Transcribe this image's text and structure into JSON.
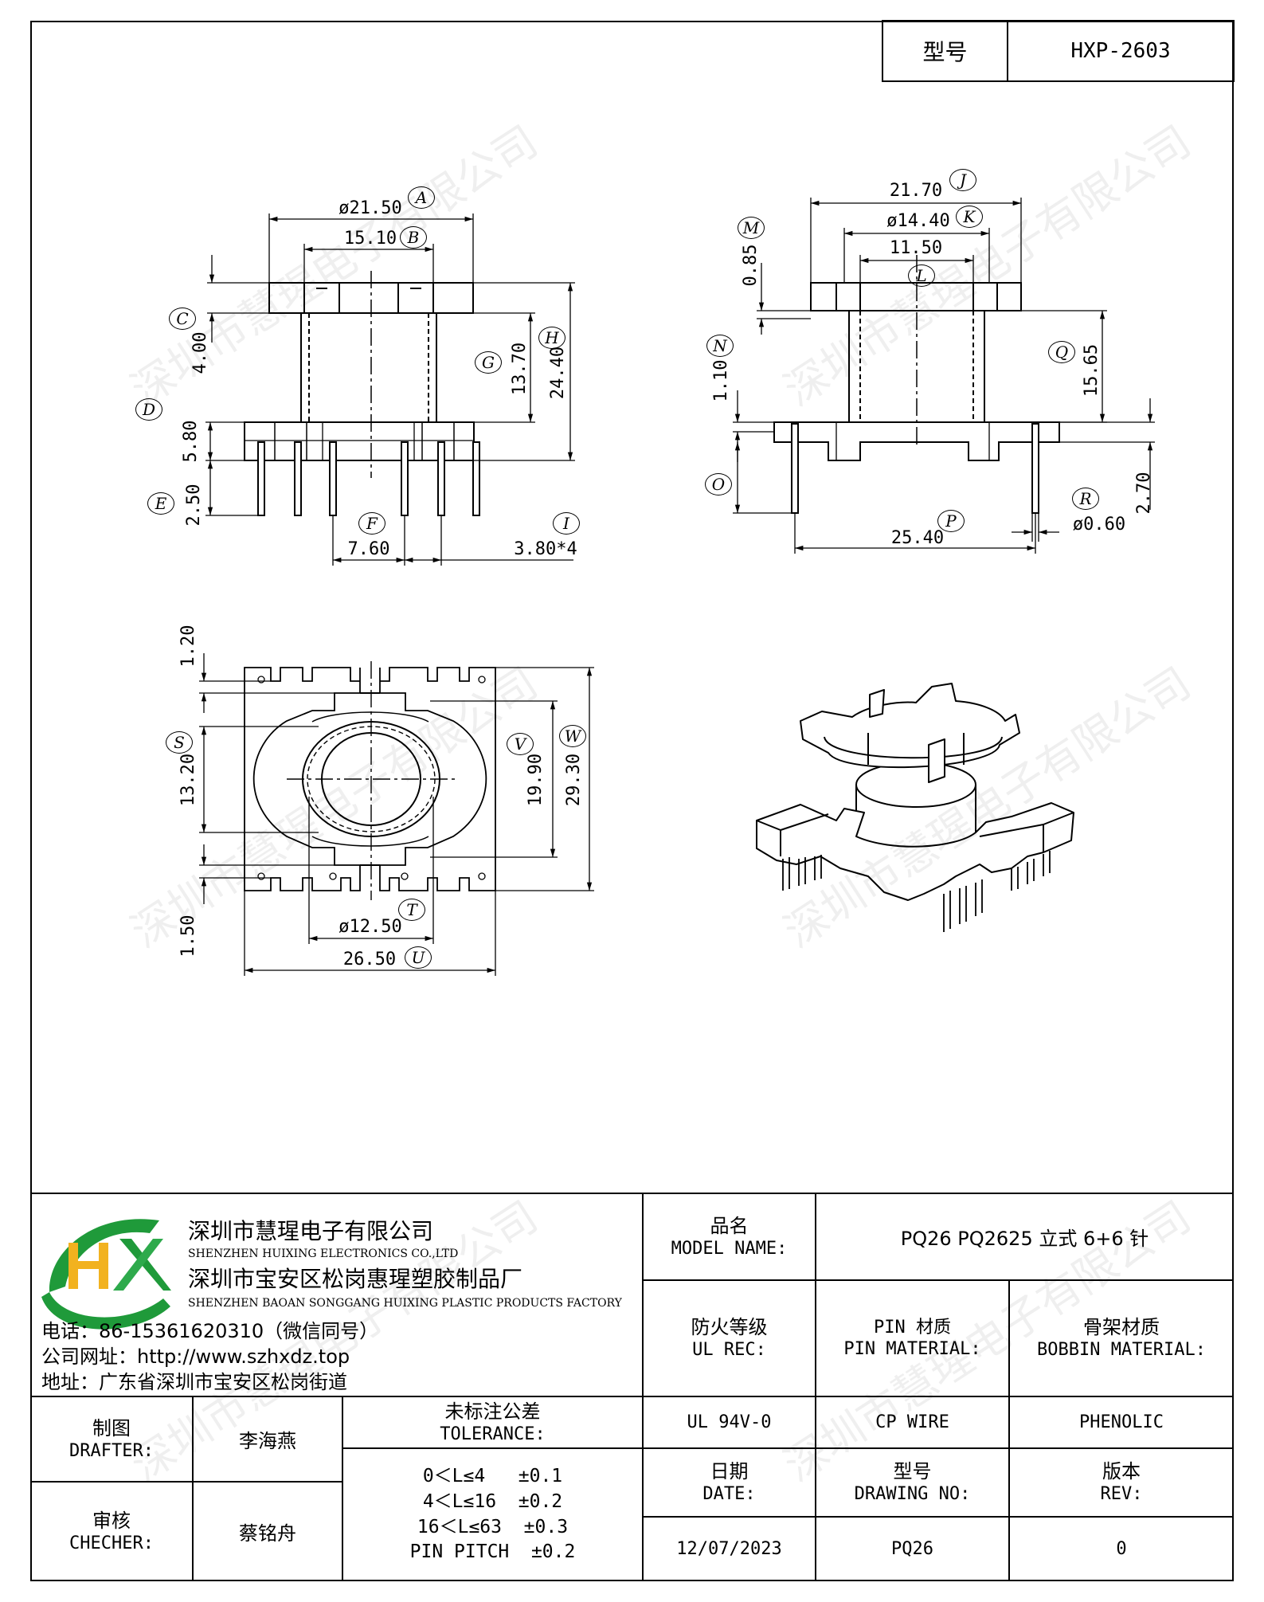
{
  "header": {
    "type_label": "型号",
    "type_value": "HXP-2603"
  },
  "dims": {
    "A": "A",
    "B": "B",
    "C": "C",
    "D": "D",
    "E": "E",
    "F": "F",
    "G": "G",
    "H": "H",
    "I": "I",
    "J": "J",
    "K": "K",
    "L": "L",
    "M": "M",
    "N": "N",
    "O": "O",
    "P": "P",
    "Q": "Q",
    "R": "R",
    "S": "S",
    "T": "T",
    "U": "U",
    "V": "V",
    "W": "W",
    "vA": "ø21.50",
    "vB": "15.10",
    "vC": "4.00",
    "vD": "5.80",
    "vE": "2.50",
    "vF": "7.60",
    "vG": "13.70",
    "vH": "24.40",
    "vI": "3.80*4",
    "vJ": "21.70",
    "vK": "ø14.40",
    "vL": "11.50",
    "vM": "0.85",
    "vN": "1.10",
    "vO": "2.70",
    "vP": "25.40",
    "vQ": "15.65",
    "vR": "ø0.60",
    "v120": "1.20",
    "vS": "13.20",
    "vV": "19.90",
    "vW": "29.30",
    "v150": "1.50",
    "vT": "ø12.50",
    "vU": "26.50"
  },
  "company": {
    "name_cn": "深圳市慧瑆电子有限公司",
    "name_en": "SHENZHEN HUIXING ELECTRONICS CO.,LTD",
    "factory_cn": "深圳市宝安区松岗惠瑆塑胶制品厂",
    "factory_en": "SHENZHEN BAOAN SONGGANG HUIXING PLASTIC PRODUCTS FACTORY",
    "phone": "电话：86-15361620310（微信同号）",
    "website": "公司网址：http://www.szhxdz.top",
    "address": "地址：广东省深圳市宝安区松岗街道",
    "logo_text": "HX"
  },
  "title_block": {
    "model_name_cn": "品名",
    "model_name_en": "MODEL NAME:",
    "model_name_value": "PQ26 PQ2625 立式 6+6 针",
    "fire_cn": "防火等级",
    "fire_en": "UL REC:",
    "pin_mat_cn": "PIN 材质",
    "pin_mat_en": "PIN MATERIAL:",
    "bobbin_mat_cn": "骨架材质",
    "bobbin_mat_en": "BOBBIN MATERIAL:",
    "fire_value": "UL 94V-0",
    "pin_mat_value": "CP WIRE",
    "bobbin_mat_value": "PHENOLIC",
    "drafter_cn": "制图",
    "drafter_en": "DRAFTER:",
    "drafter_value": "李海燕",
    "checker_cn": "审核",
    "checker_en": "CHECHER:",
    "checker_value": "蔡铭舟",
    "tol_cn": "未标注公差",
    "tol_en": "TOLERANCE:",
    "tol_1": "0＜L≤4   ±0.1",
    "tol_2": "4＜L≤16  ±0.2",
    "tol_3": "16＜L≤63  ±0.3",
    "tol_4": "PIN PITCH  ±0.2",
    "date_cn": "日期",
    "date_en": "DATE:",
    "date_value": "12/07/2023",
    "drawing_cn": "型号",
    "drawing_en": "DRAWING NO:",
    "drawing_value": "PQ26",
    "rev_cn": "版本",
    "rev_en": "REV:",
    "rev_value": "0"
  },
  "watermark": "深圳市慧瑆电子有限公司"
}
